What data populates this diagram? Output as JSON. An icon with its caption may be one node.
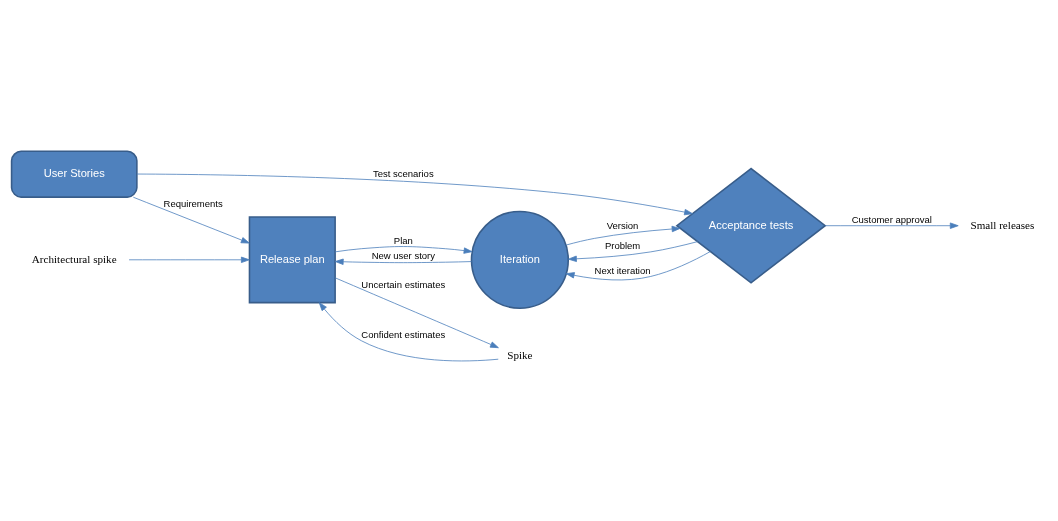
{
  "diagram": {
    "nodes": [
      {
        "text": [
          "User Stories"
        ]
      },
      {
        "text": [
          "Release plan"
        ]
      },
      {
        "text": [
          "Iteration"
        ]
      },
      {
        "text": [
          "Acceptance tests"
        ]
      },
      {
        "text": [
          "Architectural spike"
        ]
      },
      {
        "text": [
          "Spike"
        ]
      },
      {
        "text": [
          "Small releases"
        ]
      }
    ],
    "edges": [
      {
        "from": 0,
        "to": 1,
        "arrow": "to",
        "label": "Requirements"
      },
      {
        "from": 0,
        "to": 3,
        "arrow": "to",
        "label": "Test scenarios"
      },
      {
        "from": 4,
        "to": 1,
        "arrow": "to"
      },
      {
        "from": 1,
        "to": 2,
        "arrow": "to",
        "label": "Plan"
      },
      {
        "from": 2,
        "to": 1,
        "arrow": "to",
        "label": "New user story"
      },
      {
        "from": 3,
        "to": 2,
        "arrow": "to",
        "label": "Problem"
      },
      {
        "from": 2,
        "to": 3,
        "arrow": "to",
        "label": "Version"
      },
      {
        "from": 3,
        "to": 6,
        "arrow": "to",
        "label": "Customer approval"
      },
      {
        "from": 1,
        "to": 5,
        "arrow": "to",
        "label": "Uncertain estimates"
      },
      {
        "from": 5,
        "to": 1,
        "arrow": "to",
        "label": "Confident estimates"
      },
      {
        "from": 3,
        "to": 2,
        "arrow": "to",
        "label": "Next iteration"
      }
    ]
  }
}
